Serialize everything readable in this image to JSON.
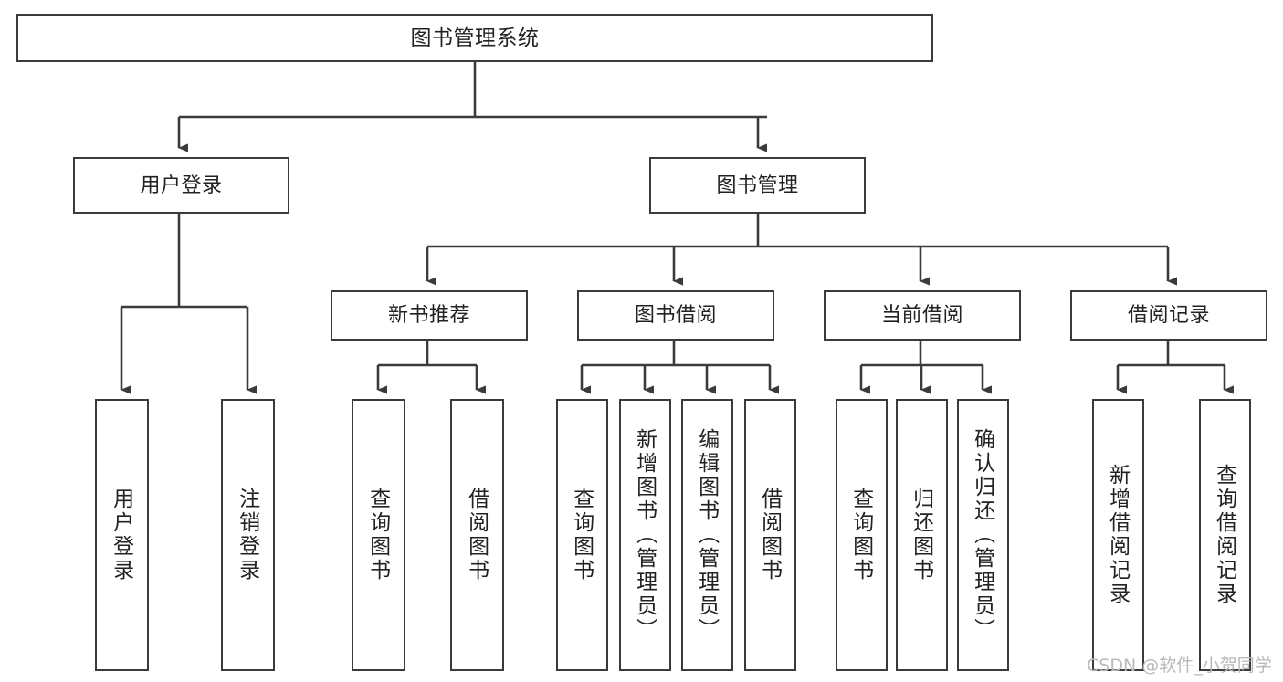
{
  "diagram": {
    "title": "图书管理系统",
    "type": "hierarchy-tree",
    "watermark": "CSDN @软件_小贺同学",
    "colors": {
      "stroke": "#3b3b3b",
      "fill": "#ffffff",
      "text": "#222222",
      "watermark": "#b9b9b9"
    },
    "nodes": {
      "root": {
        "label": "图书管理系统"
      },
      "level2": [
        {
          "label": "用户登录"
        },
        {
          "label": "图书管理"
        }
      ],
      "level3": [
        {
          "label": "新书推荐"
        },
        {
          "label": "图书借阅"
        },
        {
          "label": "当前借阅"
        },
        {
          "label": "借阅记录"
        }
      ],
      "leaves_user_login": [
        {
          "label": "用户登录"
        },
        {
          "label": "注销登录"
        }
      ],
      "leaves_new_book": [
        {
          "label": "查询图书"
        },
        {
          "label": "借阅图书"
        }
      ],
      "leaves_borrow": [
        {
          "label": "查询图书"
        },
        {
          "label": "新增图书（管理员）"
        },
        {
          "label": "编辑图书（管理员）"
        },
        {
          "label": "借阅图书"
        }
      ],
      "leaves_current": [
        {
          "label": "查询图书"
        },
        {
          "label": "归还图书"
        },
        {
          "label": "确认归还（管理员）"
        }
      ],
      "leaves_records": [
        {
          "label": "新增借阅记录"
        },
        {
          "label": "查询借阅记录"
        }
      ]
    }
  }
}
